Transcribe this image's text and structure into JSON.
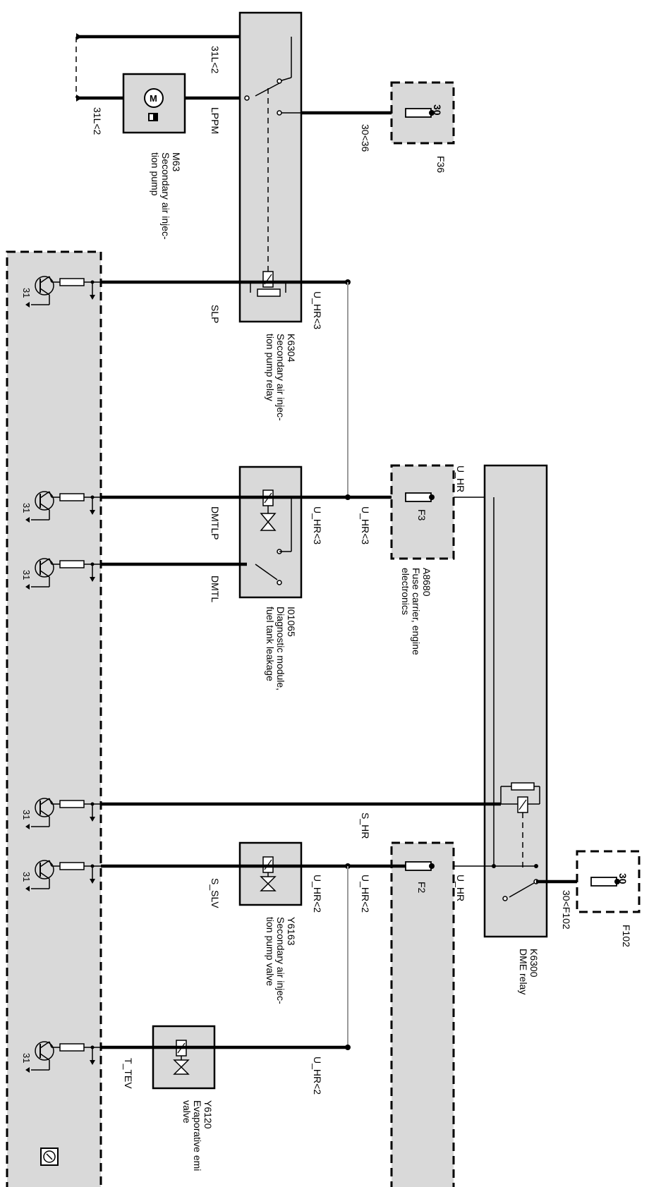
{
  "components": {
    "m63": {
      "id": "M63",
      "name": "Secondary air injec-\ntion pump"
    },
    "f36": {
      "id": "F36",
      "terminal": "30"
    },
    "k6304": {
      "id": "K6304",
      "name": "Secondary air injec-\ntion pump relay"
    },
    "a8680": {
      "id": "A8680",
      "name": "Fuse carrier, engine\nelectronics",
      "fuse": "F3"
    },
    "i01065": {
      "id": "I01065",
      "name": "Diagnostic module,\nfuel tank leakage"
    },
    "y6163": {
      "id": "Y6163",
      "name": "Secondary air injec-\ntion pump valve"
    },
    "k6300": {
      "id": "K6300",
      "name": "DME relay"
    },
    "f102": {
      "id": "F102",
      "terminal": "30"
    },
    "f2": {
      "id": "F2"
    },
    "y6120": {
      "id": "Y6120",
      "name": "Evaporative emi\nvalve"
    }
  },
  "wire_labels": {
    "w31l_top": "31L<2",
    "w31l_bottom": "31L<2",
    "lppm": "LPPM",
    "w30_36": "30<36",
    "slp": "SLP",
    "uhr3_a": "U_HR<3",
    "uhr3_b": "U_HR<3",
    "uhr3_c": "U_HR<3",
    "uhr_a": "U_HR",
    "uhr_b": "U_HR",
    "dmtlp": "DMTLP",
    "dmtl": "DMTL",
    "s_hr": "S_HR",
    "s_slv": "S_SLV",
    "uhr2_a": "U_HR<2",
    "uhr2_b": "U_HR<2",
    "uhr2_c": "U_HR<2",
    "w30_f102": "30<F102",
    "t_tev": "T_TEV"
  },
  "ground_terminal": "31"
}
